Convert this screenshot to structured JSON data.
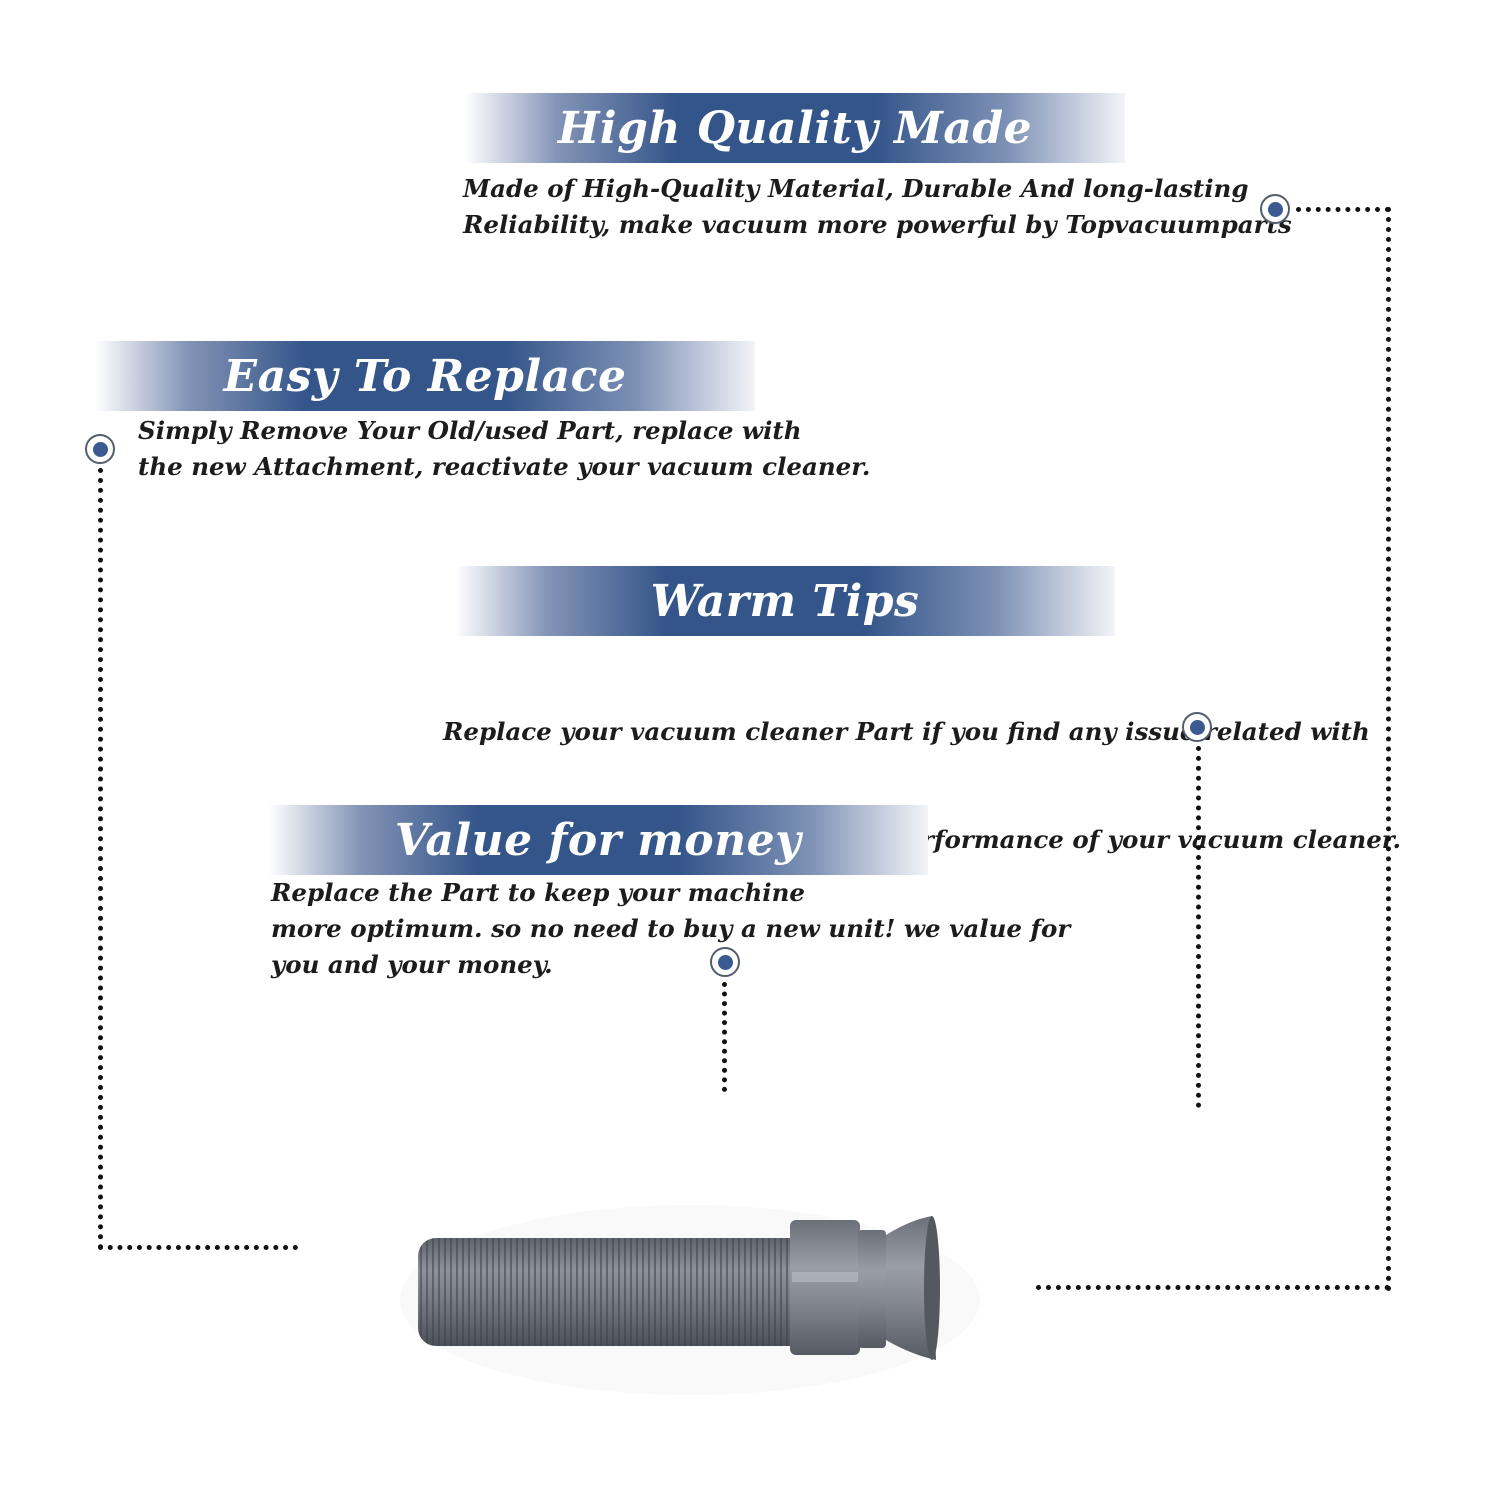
{
  "sections": [
    {
      "title": "High Quality Made",
      "lines": [
        "Made of  High-Quality Material, Durable And long-lasting",
        "Reliability, make vacuum more powerful by Topvacuumparts"
      ]
    },
    {
      "title": "Easy To Replace",
      "lines": [
        "Simply Remove Your Old/used Part, replace with",
        "the new Attachment, reactivate your vacuum cleaner."
      ]
    },
    {
      "title": "Warm Tips",
      "lines": [
        "Replace your vacuum cleaner Part if you find any issue related with",
        " attachment to ensure optimum performance of your vacuum cleaner."
      ]
    },
    {
      "title": "Value for money",
      "lines": [
        "Replace the Part to keep your machine",
        "more optimum. so no need to buy a new unit! we value for",
        "you and your money."
      ]
    }
  ],
  "colors": {
    "banner_blue": "#34558a",
    "marker_blue": "#3b5a92",
    "text": "#1c1c1c",
    "hose_gray": "#7a7e86"
  },
  "icons": {
    "marker": "bullseye-marker-icon",
    "product": "vacuum-hose-icon"
  }
}
